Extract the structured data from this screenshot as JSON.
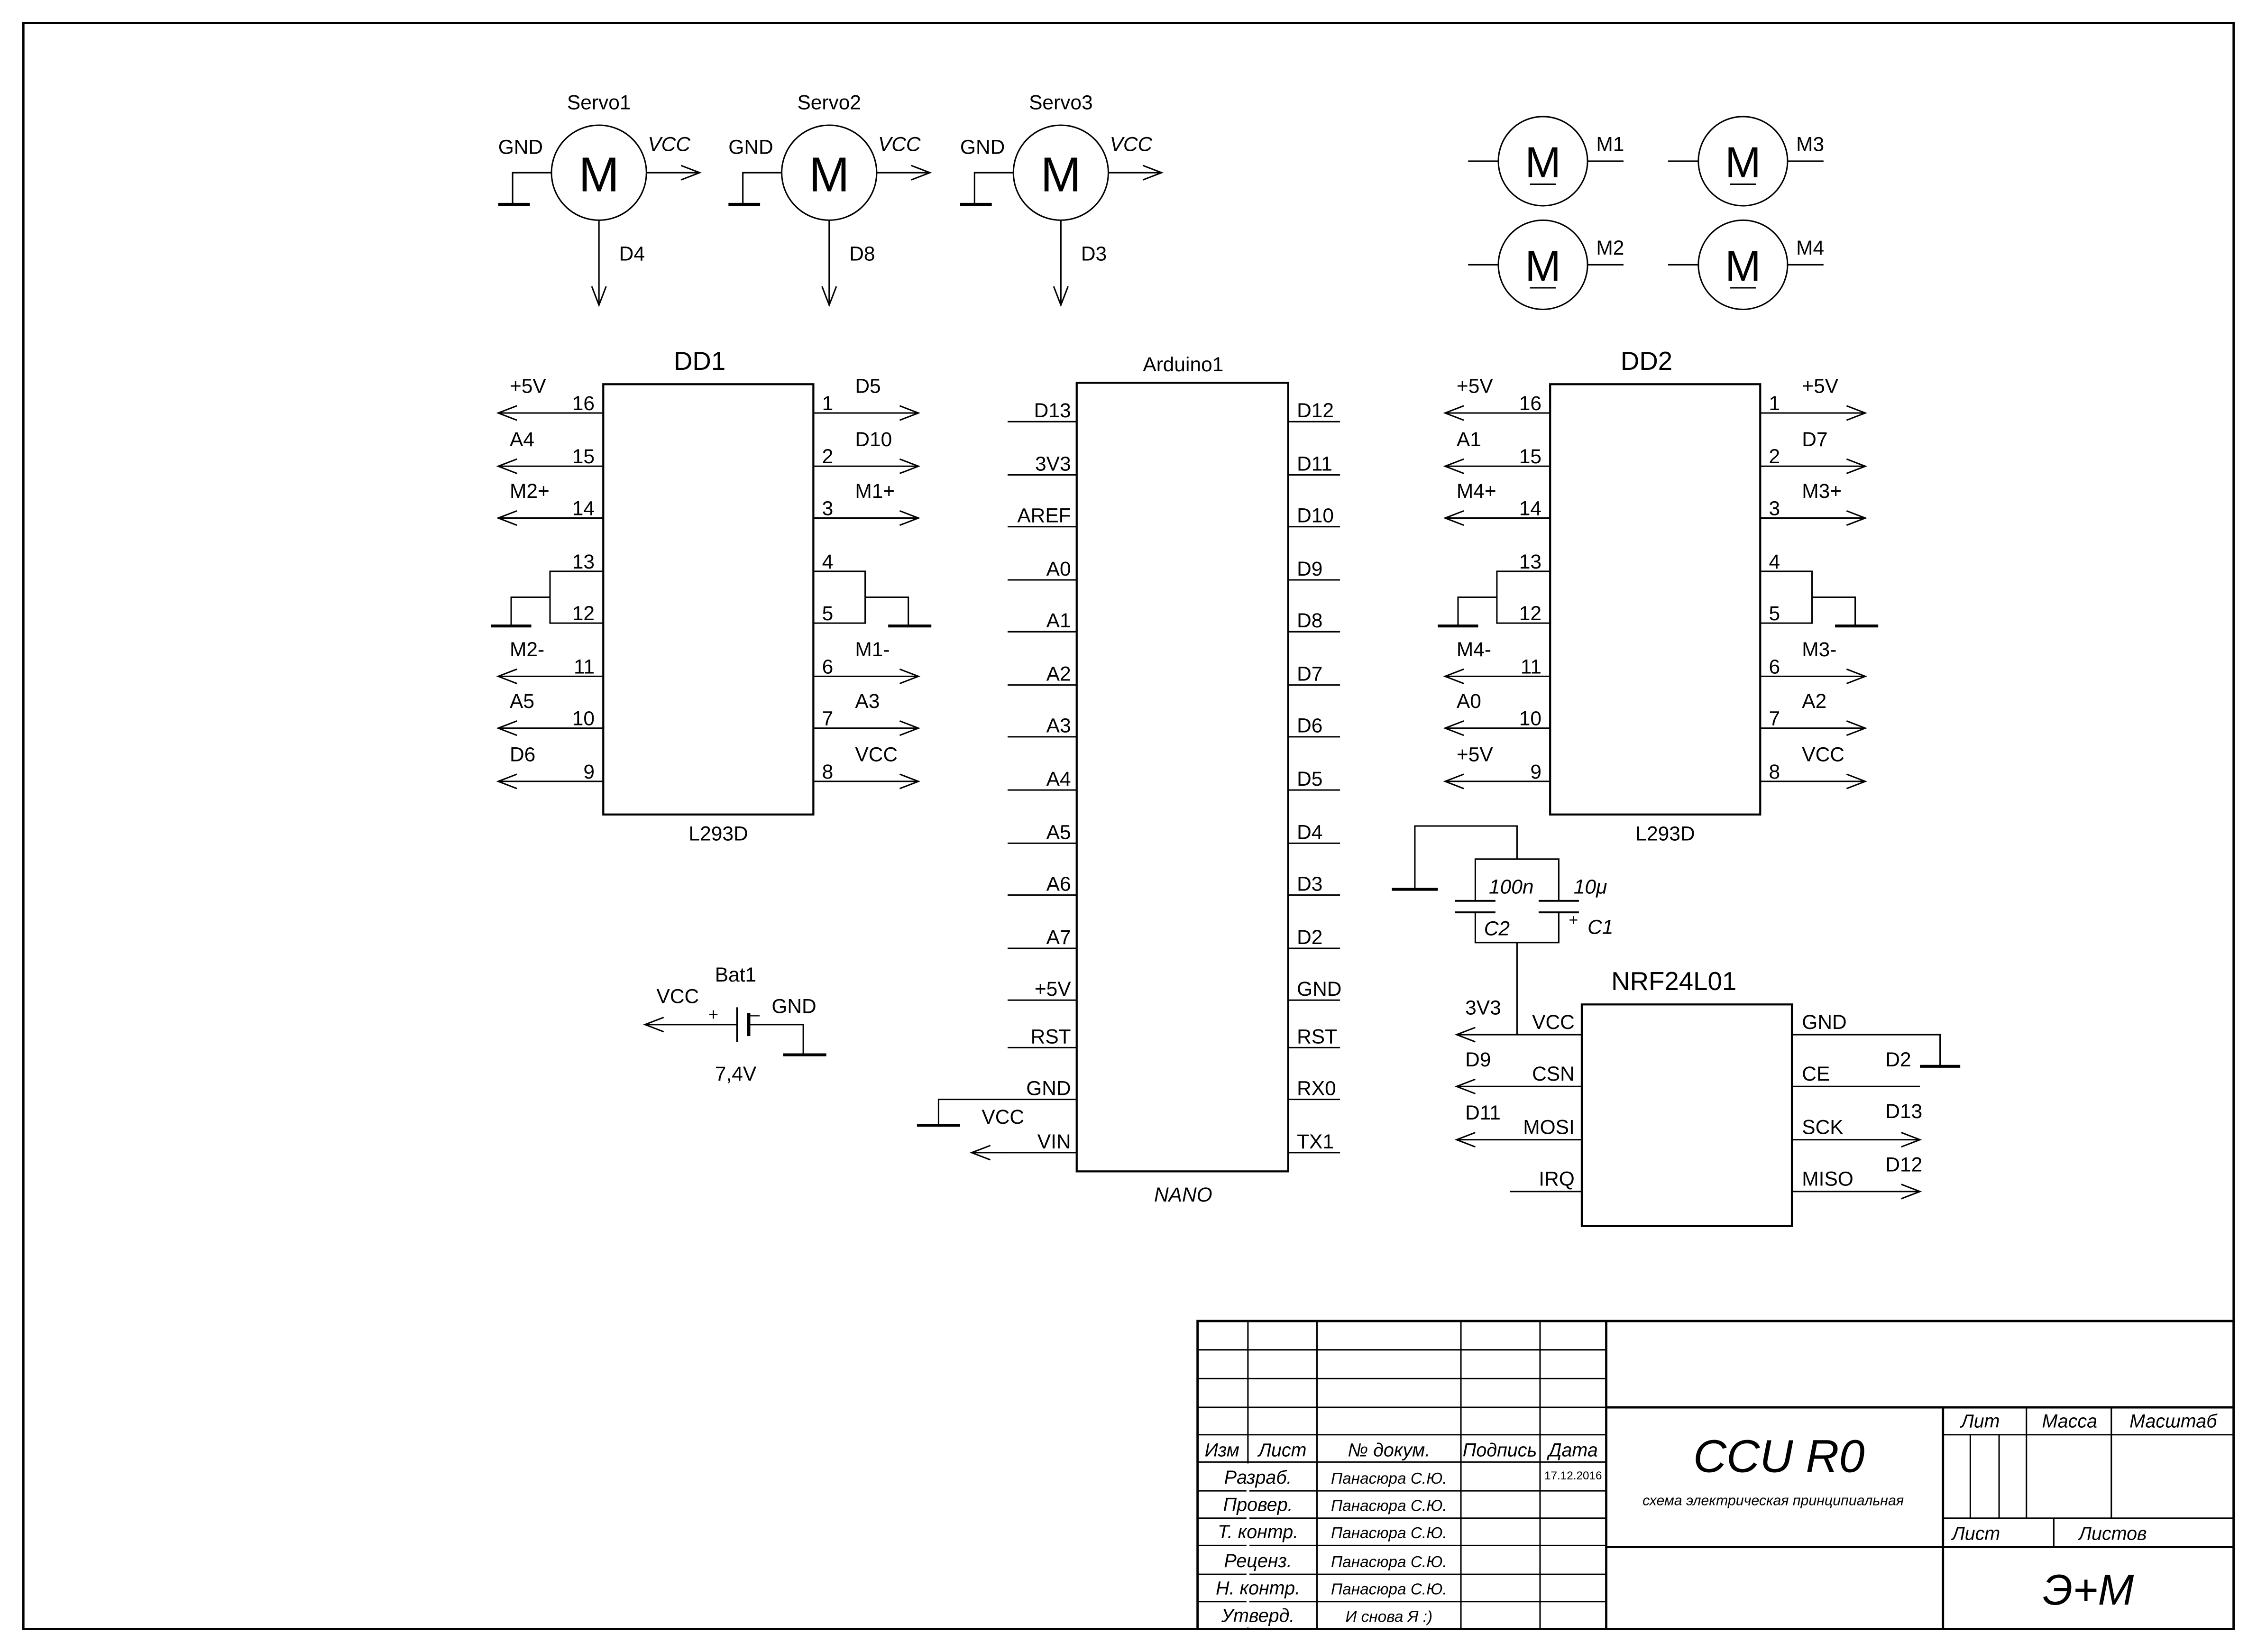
{
  "servos": [
    {
      "name": "Servo1",
      "symbol": "M",
      "gnd": "GND",
      "vcc": "VCC",
      "signal": "D4"
    },
    {
      "name": "Servo2",
      "symbol": "M",
      "gnd": "GND",
      "vcc": "VCC",
      "signal": "D8"
    },
    {
      "name": "Servo3",
      "symbol": "M",
      "gnd": "GND",
      "vcc": "VCC",
      "signal": "D3"
    }
  ],
  "motors": [
    {
      "name": "M1",
      "symbol": "M"
    },
    {
      "name": "M2",
      "symbol": "M"
    },
    {
      "name": "M3",
      "symbol": "M"
    },
    {
      "name": "M4",
      "symbol": "M"
    }
  ],
  "dd1": {
    "name": "DD1",
    "part": "L293D",
    "left": [
      {
        "num": "16",
        "net": "+5V"
      },
      {
        "num": "15",
        "net": "A4"
      },
      {
        "num": "14",
        "net": "M2+"
      },
      {
        "num": "13",
        "net": ""
      },
      {
        "num": "12",
        "net": ""
      },
      {
        "num": "11",
        "net": "M2-"
      },
      {
        "num": "10",
        "net": "A5"
      },
      {
        "num": "9",
        "net": "D6"
      }
    ],
    "right": [
      {
        "num": "1",
        "net": "D5"
      },
      {
        "num": "2",
        "net": "D10"
      },
      {
        "num": "3",
        "net": "M1+"
      },
      {
        "num": "4",
        "net": ""
      },
      {
        "num": "5",
        "net": ""
      },
      {
        "num": "6",
        "net": "M1-"
      },
      {
        "num": "7",
        "net": "A3"
      },
      {
        "num": "8",
        "net": "VCC"
      }
    ]
  },
  "dd2": {
    "name": "DD2",
    "part": "L293D",
    "left": [
      {
        "num": "16",
        "net": "+5V"
      },
      {
        "num": "15",
        "net": "A1"
      },
      {
        "num": "14",
        "net": "M4+"
      },
      {
        "num": "13",
        "net": ""
      },
      {
        "num": "12",
        "net": ""
      },
      {
        "num": "11",
        "net": "M4-"
      },
      {
        "num": "10",
        "net": "A0"
      },
      {
        "num": "9",
        "net": "+5V"
      }
    ],
    "right": [
      {
        "num": "1",
        "net": "+5V"
      },
      {
        "num": "2",
        "net": "D7"
      },
      {
        "num": "3",
        "net": "M3+"
      },
      {
        "num": "4",
        "net": ""
      },
      {
        "num": "5",
        "net": ""
      },
      {
        "num": "6",
        "net": "M3-"
      },
      {
        "num": "7",
        "net": "A2"
      },
      {
        "num": "8",
        "net": "VCC"
      }
    ]
  },
  "arduino": {
    "name": "Arduino1",
    "part": "NANO",
    "left": [
      "D13",
      "3V3",
      "AREF",
      "A0",
      "A1",
      "A2",
      "A3",
      "A4",
      "A5",
      "A6",
      "A7",
      "+5V",
      "RST",
      "GND",
      "VIN"
    ],
    "right": [
      "D12",
      "D11",
      "D10",
      "D9",
      "D8",
      "D7",
      "D6",
      "D5",
      "D4",
      "D3",
      "D2",
      "GND",
      "RST",
      "RX0",
      "TX1"
    ],
    "vin_net": "VCC"
  },
  "battery": {
    "name": "Bat1",
    "value": "7,4V",
    "pos": "VCC",
    "neg": "GND",
    "plus": "+",
    "minus": "–"
  },
  "caps": {
    "c2_value": "100n",
    "c1_value": "10μ",
    "c2_name": "C2",
    "c1_name": "C1",
    "plus": "+"
  },
  "nrf": {
    "name": "NRF24L01",
    "left": [
      "VCC",
      "CSN",
      "MOSI",
      "IRQ"
    ],
    "right": [
      "GND",
      "CE",
      "SCK",
      "MISO"
    ],
    "left_nets": [
      "3V3",
      "D9",
      "D11",
      ""
    ],
    "right_nets": [
      "",
      "D2",
      "D13",
      "D12"
    ]
  },
  "title_block": {
    "col_headers": [
      "Изм",
      "Лист",
      "№ докум.",
      "Подпись",
      "Дата"
    ],
    "roles": [
      "Разраб.",
      "Провер.",
      "Т. контр.",
      "Реценз.",
      "Н. контр.",
      "Утверд."
    ],
    "names": [
      "Панасюра С.Ю.",
      "Панасюра С.Ю.",
      "Панасюра С.Ю.",
      "Панасюра С.Ю.",
      "Панасюра С.Ю.",
      "И снова Я :)"
    ],
    "date": "17.12.2016",
    "doc_title": "CCU R0",
    "doc_subtitle": "схема электрическая принципиальная",
    "lit": "Лит",
    "mass": "Масса",
    "scale": "Масштаб",
    "sheet": "Лист",
    "sheets": "Листов",
    "org": "Э+М"
  }
}
